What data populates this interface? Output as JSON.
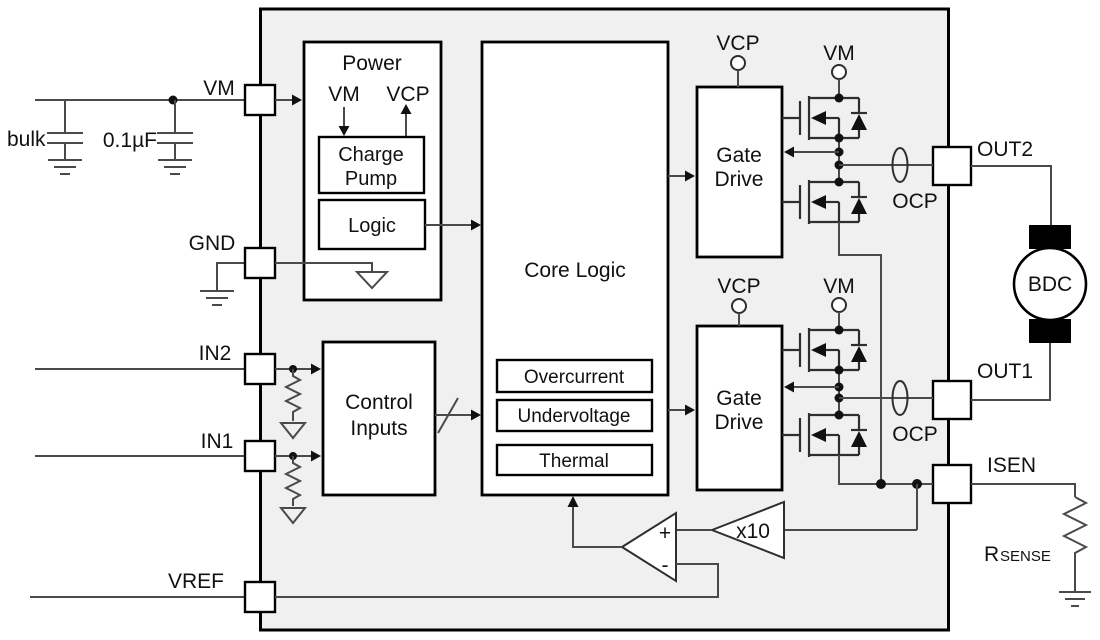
{
  "colors": {
    "ic_fill": "#f0f0f0",
    "wire": "#4a4a4a",
    "outline": "#000000",
    "device": "#111111"
  },
  "pins": {
    "vm": "VM",
    "gnd": "GND",
    "in2": "IN2",
    "in1": "IN1",
    "vref": "VREF",
    "out2": "OUT2",
    "out1": "OUT1",
    "isen": "ISEN"
  },
  "external": {
    "bulk": "bulk",
    "cap": "0.1µF",
    "motor": "BDC",
    "rsense_r": "R",
    "rsense_sub": "SENSE"
  },
  "power": {
    "title": "Power",
    "vm": "VM",
    "vcp": "VCP",
    "charge_pump": [
      "Charge",
      "Pump"
    ],
    "logic": "Logic"
  },
  "core": {
    "title": "Core Logic",
    "monitors": [
      "Overcurrent",
      "Undervoltage",
      "Thermal"
    ]
  },
  "control": {
    "lines": [
      "Control",
      "Inputs"
    ]
  },
  "gate_drive": {
    "lines": [
      "Gate",
      "Drive"
    ],
    "vcp": "VCP",
    "vm": "VM",
    "ocp": "OCP"
  },
  "analog": {
    "gain": "x10",
    "plus": "+",
    "minus": "-"
  }
}
